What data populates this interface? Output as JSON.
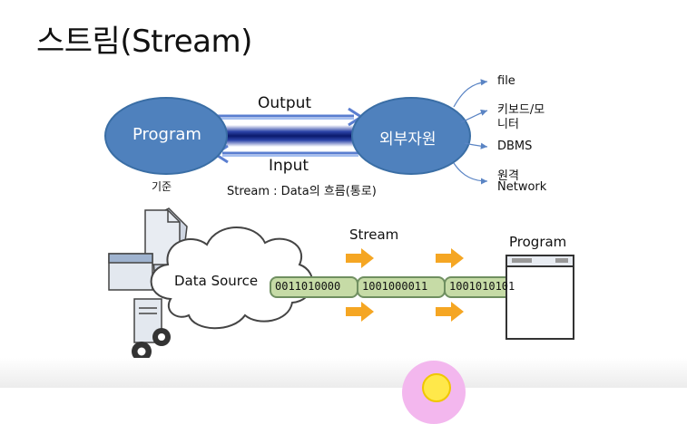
{
  "slide": {
    "title": "스트림(Stream)"
  },
  "top_diagram": {
    "program_label": "Program",
    "external_label": "외부자원",
    "output_label": "Output",
    "input_label": "Input",
    "basis_label": "기준",
    "stream_caption": "Stream : Data의 흐름(통로)",
    "resources": [
      "file",
      "키보드/모",
      "니터",
      "DBMS",
      "원격",
      "Network"
    ]
  },
  "bottom_diagram": {
    "data_source_label": "Data Source",
    "stream_label": "Stream",
    "program_label": "Program",
    "bits": [
      "0011010000",
      "1001000011",
      "1001010101"
    ]
  },
  "colors": {
    "ellipse_fill": "#4f81bd",
    "ellipse_stroke": "#3a6ea5",
    "bit_box_fill": "#c6dba6",
    "bit_box_stroke": "#6f8f60",
    "arrow_orange": "#f5a623",
    "curve_arrow": "#5a84c4"
  }
}
